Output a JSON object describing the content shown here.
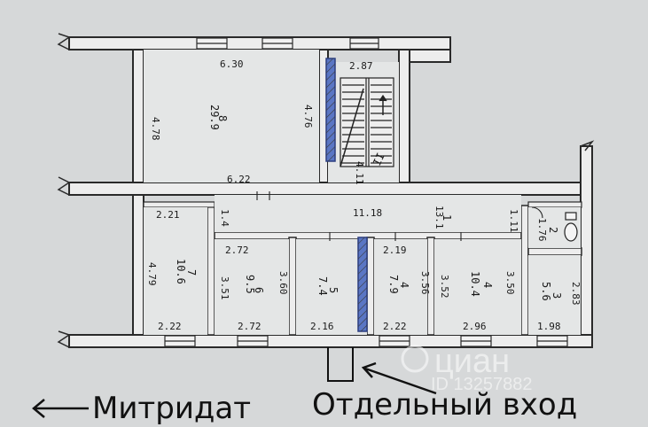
{
  "plan": {
    "top_block": {
      "big_room": {
        "number": "8",
        "area": "29.9",
        "width": "6.30",
        "depth_left": "4.78",
        "depth_right": "4.76",
        "bottom_width": "6.22"
      },
      "stair": {
        "width": "2.87",
        "label": "4.11",
        "number": "II"
      }
    },
    "corridor": {
      "number": "1",
      "area": "13.1",
      "length": "11.18",
      "left_width": "1.4",
      "right_width": "1.11"
    },
    "rooms": [
      {
        "number": "7",
        "area": "10.6",
        "top": "2.21",
        "side": "4.79",
        "bottom": "2.22"
      },
      {
        "number": "6",
        "area": "9.5",
        "top": "2.72",
        "left": "3.51",
        "right": "3.60",
        "bottom": "2.72"
      },
      {
        "number": "5",
        "area": "7.4",
        "bottom": "2.16"
      },
      {
        "number": "4",
        "area": "7.9",
        "top": "2.19",
        "right": "3.56",
        "bottom": "2.22"
      },
      {
        "number": "4",
        "area": "10.4",
        "left": "3.52",
        "right": "3.50",
        "bottom": "2.96"
      },
      {
        "number": "3",
        "area": "5.6",
        "side": "2.83",
        "bottom": "1.98"
      },
      {
        "number": "2",
        "area": "1.76"
      }
    ]
  },
  "captions": {
    "street": "Митридат",
    "entrance": "Отдельный вход"
  },
  "watermark": {
    "brand": "циан",
    "id": "ID 13257882"
  }
}
